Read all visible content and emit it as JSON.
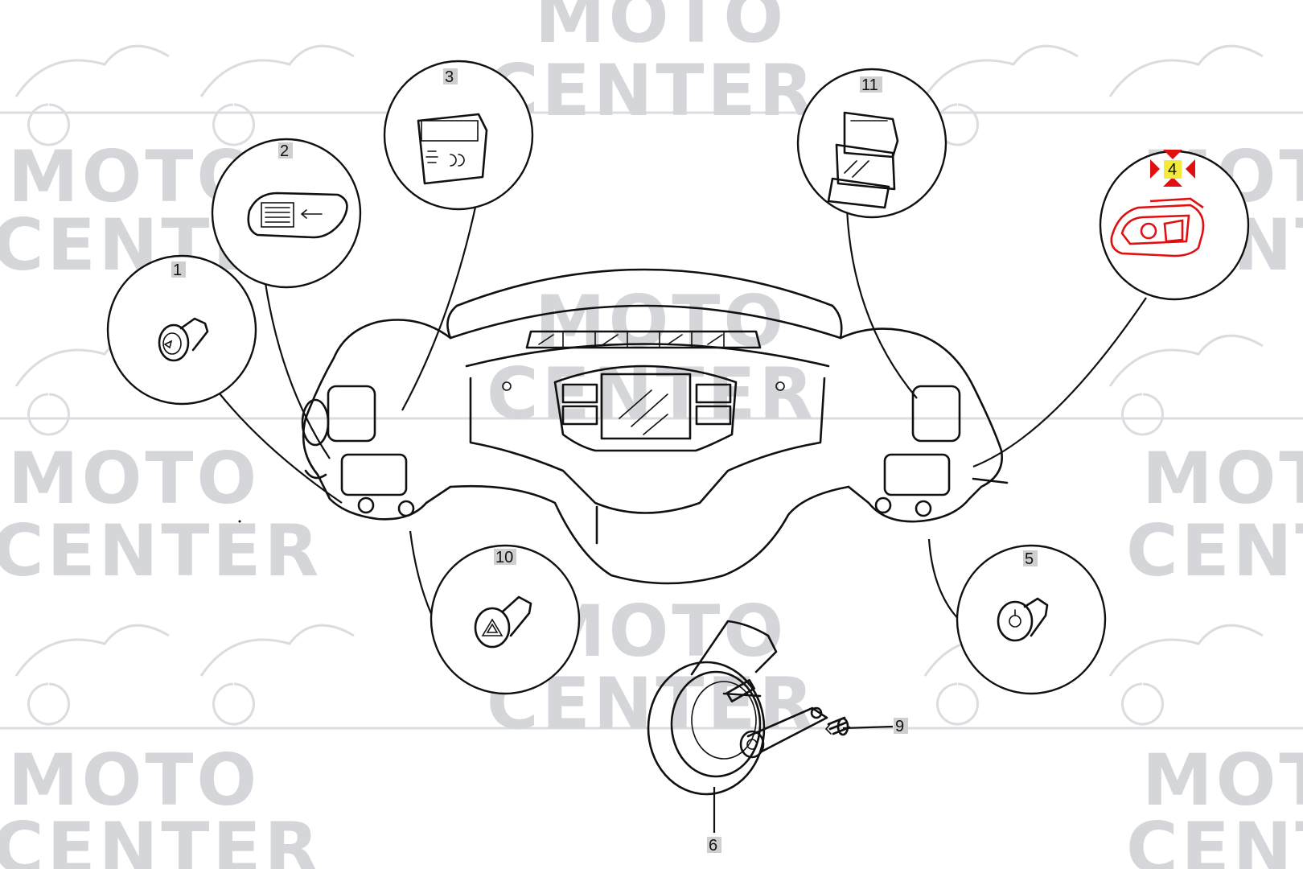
{
  "watermark": {
    "line1": "MOTO",
    "line2": "CENTER"
  },
  "callouts": [
    {
      "id": "1",
      "label": "1"
    },
    {
      "id": "2",
      "label": "2"
    },
    {
      "id": "3",
      "label": "3"
    },
    {
      "id": "11",
      "label": "11"
    },
    {
      "id": "4",
      "label": "4",
      "selected": true
    },
    {
      "id": "10",
      "label": "10"
    },
    {
      "id": "5",
      "label": "5"
    },
    {
      "id": "6",
      "label": "6"
    },
    {
      "id": "9",
      "label": "9"
    }
  ],
  "colors": {
    "selected": "#e01010",
    "selected_label_bg": "#f4ea3a",
    "watermark": "#d4d6d9",
    "line": "#111111"
  }
}
